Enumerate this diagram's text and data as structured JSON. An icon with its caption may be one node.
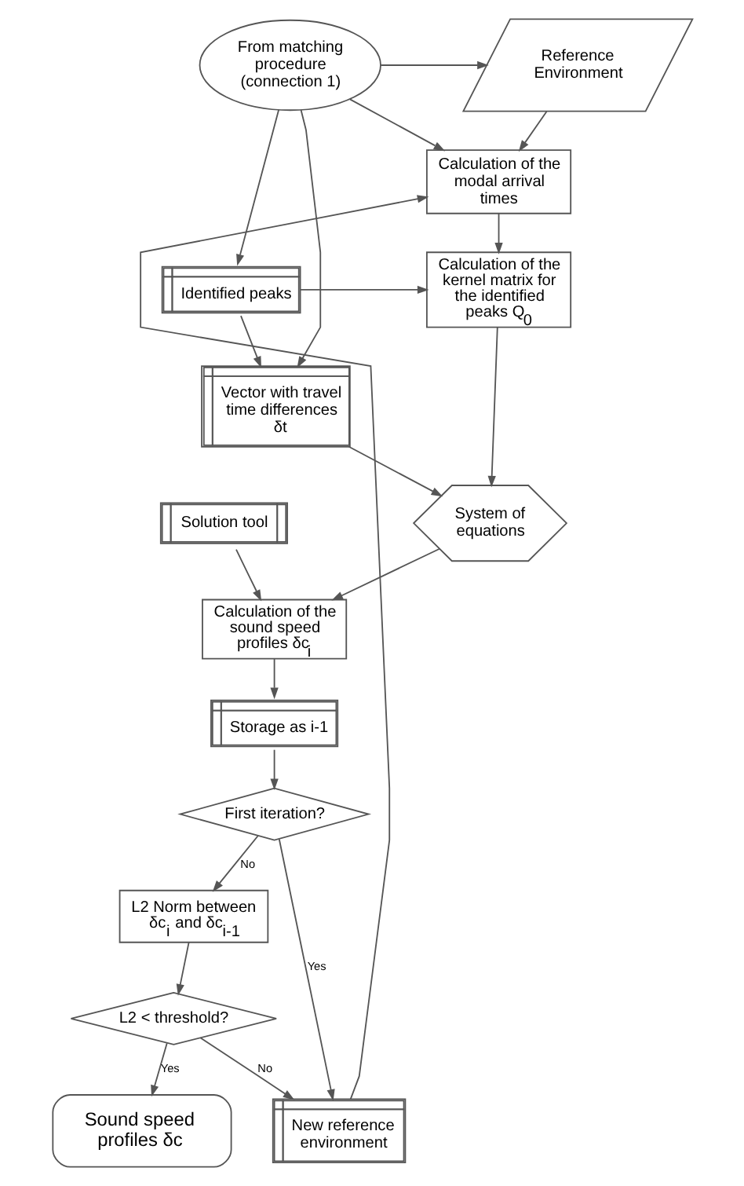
{
  "diagram": {
    "nodes": [
      {
        "text": [
          "From matching procedure (connection 1)"
        ]
      },
      {
        "text": [
          "Reference Environment"
        ]
      },
      {
        "text": [
          "Calculation of the modal arrival times"
        ]
      },
      {
        "text": [
          "Identified peaks"
        ]
      },
      {
        "text": [
          "Calculation of the kernel matrix for the identified peaks Q$_{0}$"
        ]
      },
      {
        "text": [
          "Vector with travel time differences δt"
        ]
      },
      {
        "text": [
          "System of equations"
        ]
      },
      {
        "text": [
          "Solution tool"
        ]
      },
      {
        "text": [
          "Calculation of the sound speed profiles δc$_{i}$"
        ]
      },
      {
        "text": [
          "Storage as i-1"
        ]
      },
      {
        "text": [
          "First iteration?"
        ]
      },
      {
        "text": [
          "L2 Norm between δc$_{i}$ and δc$_{i-1}$"
        ]
      },
      {
        "text": [
          "L2 < threshold?"
        ]
      },
      {
        "text": [
          "Sound speed profiles δc"
        ]
      },
      {
        "text": [
          "New reference environment"
        ]
      }
    ],
    "edges": [
      {
        "from": 0,
        "to": 1,
        "arrow": "to"
      },
      {
        "from": 0,
        "to": 2,
        "arrow": "to"
      },
      {
        "from": 0,
        "to": 3,
        "arrow": "to"
      },
      {
        "from": 0,
        "to": 5,
        "arrow": "to"
      },
      {
        "from": 1,
        "to": 2,
        "arrow": "to"
      },
      {
        "from": 2,
        "to": 4,
        "arrow": "to"
      },
      {
        "from": 3,
        "to": 4,
        "arrow": "to"
      },
      {
        "from": 3,
        "to": 5,
        "arrow": "to"
      },
      {
        "from": 5,
        "to": 6,
        "arrow": "to"
      },
      {
        "from": 4,
        "to": 6,
        "arrow": "to"
      },
      {
        "from": 6,
        "to": 8,
        "arrow": "to"
      },
      {
        "from": 7,
        "to": 8,
        "arrow": "to"
      },
      {
        "from": 8,
        "to": 9,
        "arrow": "to"
      },
      {
        "from": 9,
        "to": 10,
        "arrow": "to"
      },
      {
        "from": 10,
        "to": 14,
        "label": "Yes",
        "arrow": "to"
      },
      {
        "from": 10,
        "to": 11,
        "label": "No",
        "arrow": "to"
      },
      {
        "from": 11,
        "to": 12,
        "arrow": "to"
      },
      {
        "from": 12,
        "to": 14,
        "label": "No",
        "arrow": "to"
      },
      {
        "from": 12,
        "to": 13,
        "label": "Yes",
        "arrow": "to"
      },
      {
        "from": 14,
        "to": 2,
        "arrow": "to"
      }
    ]
  }
}
